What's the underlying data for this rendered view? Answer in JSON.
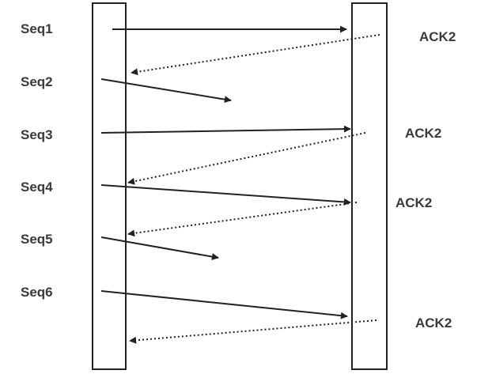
{
  "sender_labels": [
    "Seq1",
    "Seq2",
    "Seq3",
    "Seq4",
    "Seq5",
    "Seq6"
  ],
  "ack_labels": [
    "ACK2",
    "ACK2",
    "ACK2",
    "ACK2"
  ],
  "colors": {
    "line": "#222222",
    "text": "#3a3a3a",
    "background": "#ffffff"
  }
}
